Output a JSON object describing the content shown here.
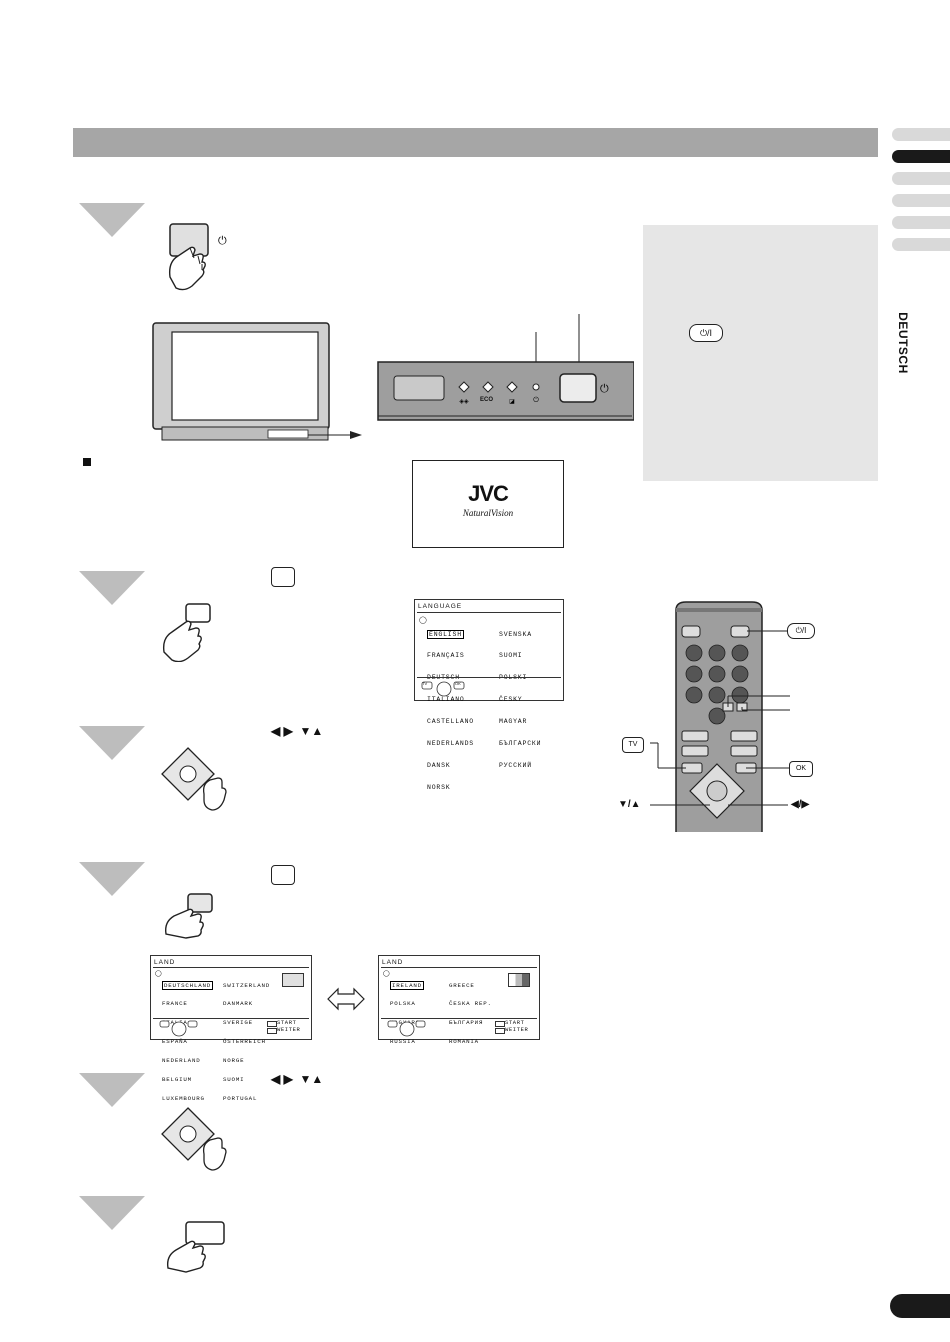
{
  "sidebar": {
    "language_tab": "DEUTSCH",
    "tab_count": 6,
    "active_tab": 2
  },
  "jvc_logo": {
    "brand": "JVC",
    "tagline": "NaturalVision"
  },
  "tv_front_panel": {
    "label_eco": "ECO"
  },
  "language_menu": {
    "title": "LANGUAGE",
    "col1": [
      "ENGLISH",
      "FRANÇAIS",
      "DEUTSCH",
      "ITALIANO",
      "CASTELLANO",
      "NEDERLANDS",
      "DANSK",
      "NORSK"
    ],
    "col2": [
      "SVENSKA",
      "SUOMI",
      "POLSKI",
      "ČESKY",
      "MAGYAR",
      "БЪЛГАРСКИ",
      "РУССКИЙ"
    ],
    "footer_left": "TV",
    "footer_right": "OK"
  },
  "land_menu_1": {
    "title": "LAND",
    "col1": [
      "DEUTSCHLAND",
      "FRANCE",
      "ITALIA",
      "ESPAÑA",
      "NEDERLAND",
      "BELGIUM",
      "LUXEMBOURG"
    ],
    "col2": [
      "SWITZERLAND",
      "DANMARK",
      "SVERIGE",
      "ÖSTERREICH",
      "NORGE",
      "SUOMI",
      "PORTUGAL"
    ],
    "start": "START",
    "weiter": "WEITER"
  },
  "land_menu_2": {
    "title": "LAND",
    "col1": [
      "IRELAND",
      "POLSKA",
      "MAGYARO.",
      "RUSSIA"
    ],
    "col2": [
      "GREECE",
      "ČESKA REP.",
      "БЪЛГАРИЯ",
      "ROMANIA"
    ],
    "start": "START",
    "weiter": "WEITER"
  },
  "remote_labels": {
    "power": "⏻/I",
    "tv": "TV",
    "ok": "OK",
    "down_up": "▼/▲",
    "left_right": "◀/▶"
  },
  "step_arrows": {
    "lr_ud": "◀ ▶  ▼▲"
  },
  "colors": {
    "header_bar": "#a6a6a6",
    "step_triangle": "#bdbdbd",
    "panel": "#e6e6e6",
    "tab_active": "#1a1a1a",
    "tab_inactive": "#d9d9d9"
  }
}
